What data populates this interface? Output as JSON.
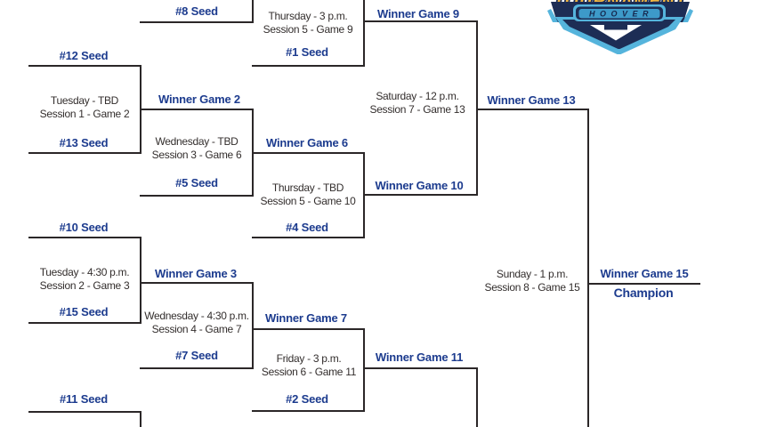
{
  "colors": {
    "background": "#ffffff",
    "navy_label": "#1c3b8e",
    "schedule_text": "#332e2d",
    "bracket_line": "#2b2728"
  },
  "logo": {
    "wordmark": "TOURNAMENT",
    "location": "HOOVER",
    "colors": {
      "navy": "#1d2d55",
      "light_blue": "#55b4dc",
      "mid_blue": "#3d9ac9",
      "gold": "#f0b541",
      "white": "#ffffff"
    }
  },
  "bracket": {
    "champion_label": "Champion",
    "seeds": {
      "s8": "#8 Seed",
      "s12": "#12 Seed",
      "s13": "#13 Seed",
      "s1": "#1 Seed",
      "s5": "#5 Seed",
      "s4": "#4 Seed",
      "s10": "#10 Seed",
      "s15": "#15 Seed",
      "s7": "#7 Seed",
      "s2": "#2 Seed",
      "s11": "#11 Seed"
    },
    "winners": {
      "g2": "Winner Game 2",
      "g3": "Winner Game 3",
      "g6": "Winner Game 6",
      "g7": "Winner Game 7",
      "g9": "Winner Game 9",
      "g10": "Winner Game 10",
      "g11": "Winner Game 11",
      "g13": "Winner Game 13",
      "g15": "Winner Game 15"
    },
    "schedules": {
      "g2": {
        "when": "Tuesday - TBD",
        "session": "Session 1 - Game 2"
      },
      "g3": {
        "when": "Tuesday - 4:30 p.m.",
        "session": "Session 2 - Game 3"
      },
      "g6": {
        "when": "Wednesday - TBD",
        "session": "Session 3 - Game 6"
      },
      "g7": {
        "when": "Wednesday - 4:30 p.m.",
        "session": "Session 4 - Game 7"
      },
      "g9": {
        "when": "Thursday - 3 p.m.",
        "session": "Session 5 - Game 9"
      },
      "g10": {
        "when": "Thursday - TBD",
        "session": "Session 5 - Game 10"
      },
      "g11": {
        "when": "Friday - 3 p.m.",
        "session": "Session 6 - Game 11"
      },
      "g13": {
        "when": "Saturday - 12 p.m.",
        "session": "Session 7 - Game 13"
      },
      "g15": {
        "when": "Sunday - 1 p.m.",
        "session": "Session 8 - Game 15"
      }
    }
  }
}
